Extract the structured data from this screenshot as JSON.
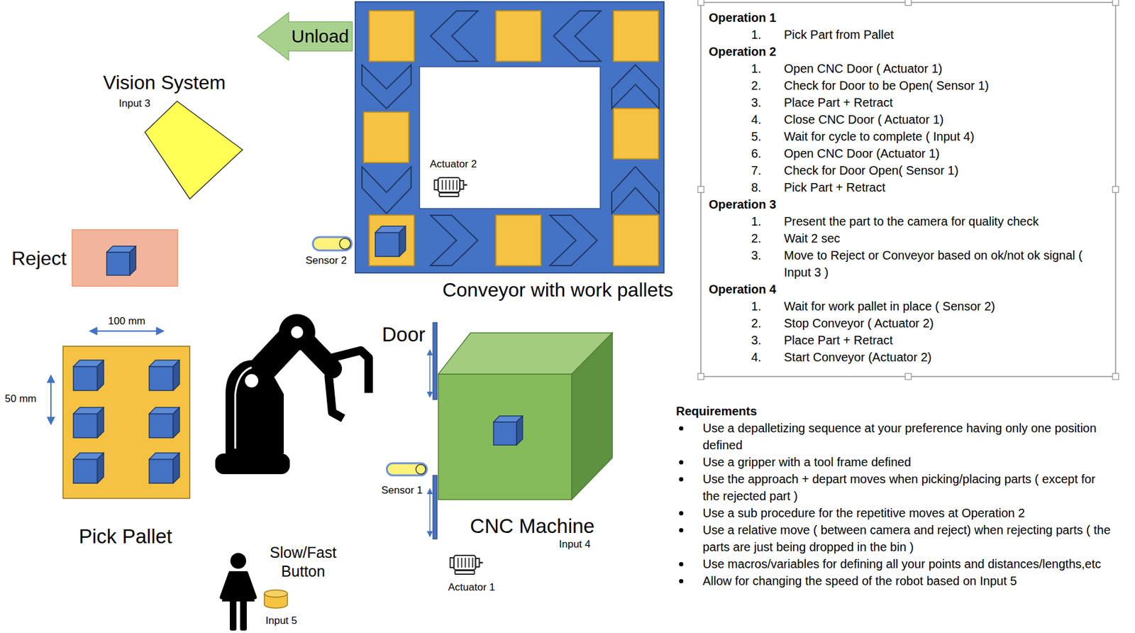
{
  "diagram": {
    "nodes": [
      {
        "text": [
          "Unload"
        ]
      },
      {
        "text": [
          "Conveyor with work pallets"
        ]
      },
      {
        "text": [
          "Operation 1",
          "1.",
          "Pick Part from Pallet",
          "Operation 2",
          "1.",
          "Open CNC Door ( Actuator 1)",
          "2.",
          "Check for Door to be Open( Sensor 1)",
          "3.",
          "Place Part + Retract",
          "4.",
          "Close CNC Door ( Actuator 1)",
          "5.",
          "Wait for cycle to complete ( Input 4)",
          "6.",
          "Open CNC Door (Actuator 1)",
          "7.",
          "Check for Door Open( Sensor 1)",
          "8.",
          "Pick Part + Retract",
          "Operation 3",
          "1.",
          "Present the part to the camera for quality check",
          "2.",
          "Wait 2 sec",
          "3.",
          "Move to Reject or Conveyor based on ok/not ok signal ( Input 3 )",
          "Operation 4",
          "1.",
          "Wait for work pallet in place ( Sensor 2)",
          "2.",
          "Stop Conveyor ( Actuator 2)",
          "3.",
          "Place Part + Retract",
          "4.",
          "Start Conveyor (Actuator 2)"
        ]
      },
      {
        "text": [
          "Vision System",
          "Input 3"
        ]
      },
      {
        "text": [
          "Sensor 2"
        ]
      },
      {
        "text": [
          "Reject"
        ]
      },
      {
        "text": [
          "Pick Pallet"
        ]
      },
      {
        "text": [
          "Sensor 1"
        ]
      },
      {
        "text": [
          "CNC Machine",
          "Input 4"
        ]
      },
      {
        "text": [
          "Slow/Fast Button",
          "Input 5"
        ]
      }
    ],
    "labels": [
      "Actuator 2",
      "Door",
      "100 mm",
      "50 mm",
      "Actuator 1",
      "Requirements",
      "Use a depalletizing sequence at your preference having only one position defined",
      "Use a gripper with a tool frame defined",
      "Use the approach + depart moves when picking/placing parts ( except for the rejected part )",
      "Use a sub procedure for the repetitive moves at Operation 2",
      "Use a relative move ( between camera and reject) when rejecting parts ( the parts are just being dropped in the bin )",
      "Use macros/variables for defining all your points and distances/lengths,etc",
      "Allow for changing the speed of the robot based on Input 5"
    ]
  }
}
